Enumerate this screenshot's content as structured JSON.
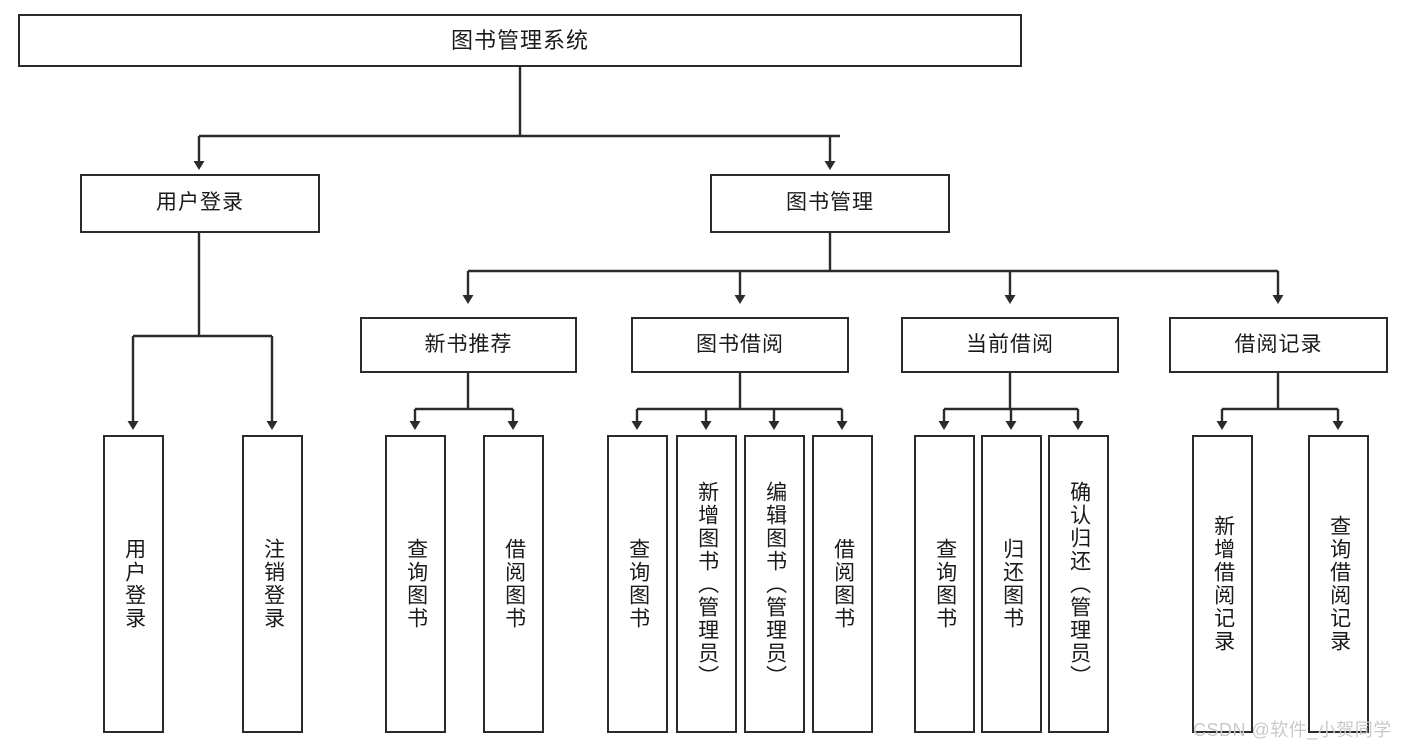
{
  "diagram": {
    "title": "图书管理系统",
    "type": "tree",
    "watermark": "CSDN @软件_小贺同学",
    "colors": {
      "border": "#2b2b2b",
      "background": "#ffffff",
      "text": "#1a1a1a",
      "edge": "#2b2b2b",
      "watermark": "#c9c9c9"
    },
    "nodes": {
      "root": {
        "label": "图书管理系统"
      },
      "level1": [
        {
          "label": "用户登录"
        },
        {
          "label": "图书管理"
        }
      ],
      "level2": [
        {
          "label": "新书推荐"
        },
        {
          "label": "图书借阅"
        },
        {
          "label": "当前借阅"
        },
        {
          "label": "借阅记录"
        }
      ],
      "leaves_user_login": [
        {
          "label": "用户登录"
        },
        {
          "label": "注销登录"
        }
      ],
      "leaves_new_book": [
        {
          "label": "查询图书"
        },
        {
          "label": "借阅图书"
        }
      ],
      "leaves_borrow": [
        {
          "label": "查询图书"
        },
        {
          "label": "新增图书（管理员）"
        },
        {
          "label": "编辑图书（管理员）"
        },
        {
          "label": "借阅图书"
        }
      ],
      "leaves_current": [
        {
          "label": "查询图书"
        },
        {
          "label": "归还图书"
        },
        {
          "label": "确认归还（管理员）"
        }
      ],
      "leaves_records": [
        {
          "label": "新增借阅记录"
        },
        {
          "label": "查询借阅记录"
        }
      ]
    }
  }
}
